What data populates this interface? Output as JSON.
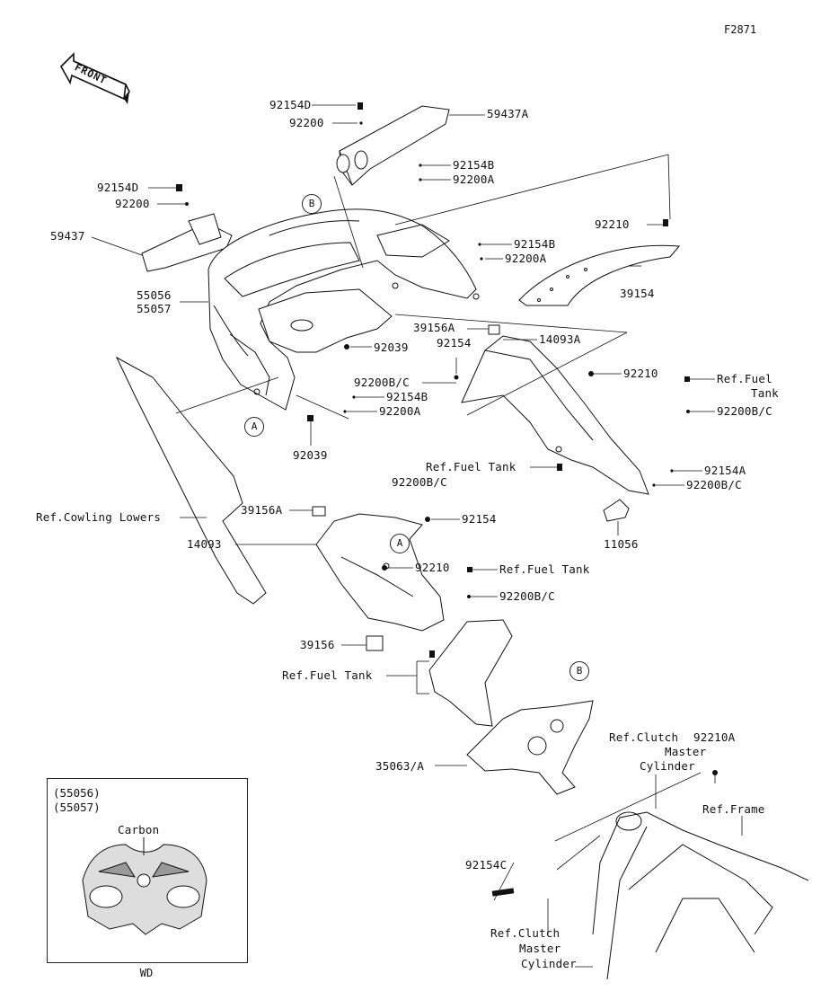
{
  "figure_code": "F2871",
  "front_label": "FRONT",
  "callouts": {
    "A": "A",
    "B": "B"
  },
  "labels": {
    "p92154D_top": "92154D",
    "p92200_top": "92200",
    "p59437A": "59437A",
    "p92154B_top": "92154B",
    "p92200A_top": "92200A",
    "p92154D_left": "92154D",
    "p92200_left": "92200",
    "p59437": "59437",
    "p92210_top": "92210",
    "p92154B_mid": "92154B",
    "p92200A_mid": "92200A",
    "p55056": "55056",
    "p55057": "55057",
    "p39154": "39154",
    "p39156A_top": "39156A",
    "p14093A": "14093A",
    "p92154_mid": "92154",
    "p92039_a": "92039",
    "p92200BC_a": "92200B/C",
    "p92154B_low": "92154B",
    "p92200A_low": "92200A",
    "p92210_mid": "92210",
    "ref_fuel_tank_a": "Ref.Fuel",
    "ref_fuel_tank_a2": "Tank",
    "p92200BC_b": "92200B/C",
    "p92039_b": "92039",
    "ref_fuel_tank_b": "Ref.Fuel Tank",
    "p92154A": "92154A",
    "p92200BC_c": "92200B/C",
    "p92200BC_d": "92200B/C",
    "ref_cowling_lowers": "Ref.Cowling Lowers",
    "p39156A_low": "39156A",
    "p92154_low": "92154",
    "p11056": "11056",
    "p14093": "14093",
    "p92210_low": "92210",
    "ref_fuel_tank_c": "Ref.Fuel Tank",
    "p92200BC_e": "92200B/C",
    "p39156": "39156",
    "ref_fuel_tank_d": "Ref.Fuel Tank",
    "ref_clutch_a1": "Ref.Clutch",
    "ref_clutch_a2": "Master",
    "ref_clutch_a3": "Cylinder",
    "p92210A": "92210A",
    "p35063A": "35063/A",
    "ref_frame": "Ref.Frame",
    "p92154C": "92154C",
    "ref_clutch_b1": "Ref.Clutch",
    "ref_clutch_b2": "Master",
    "ref_clutch_b3": "Cylinder"
  },
  "inset": {
    "title": "(55056)\n(55057)",
    "carbon": "Carbon",
    "caption": "WD"
  }
}
